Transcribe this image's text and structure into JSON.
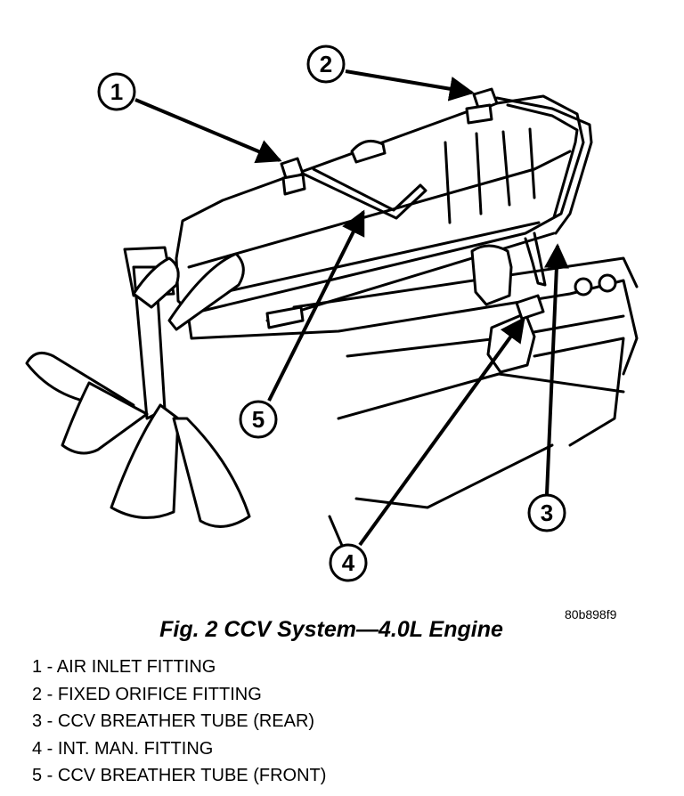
{
  "figure": {
    "code": "80b898f9",
    "caption": "Fig. 2 CCV System—4.0L Engine"
  },
  "callouts": [
    "1",
    "2",
    "3",
    "4",
    "5"
  ],
  "legend": [
    "1 - AIR INLET FITTING",
    "2 - FIXED ORIFICE FITTING",
    "3 - CCV BREATHER TUBE (REAR)",
    "4 - INT. MAN. FITTING",
    "5 - CCV BREATHER TUBE (FRONT)"
  ]
}
